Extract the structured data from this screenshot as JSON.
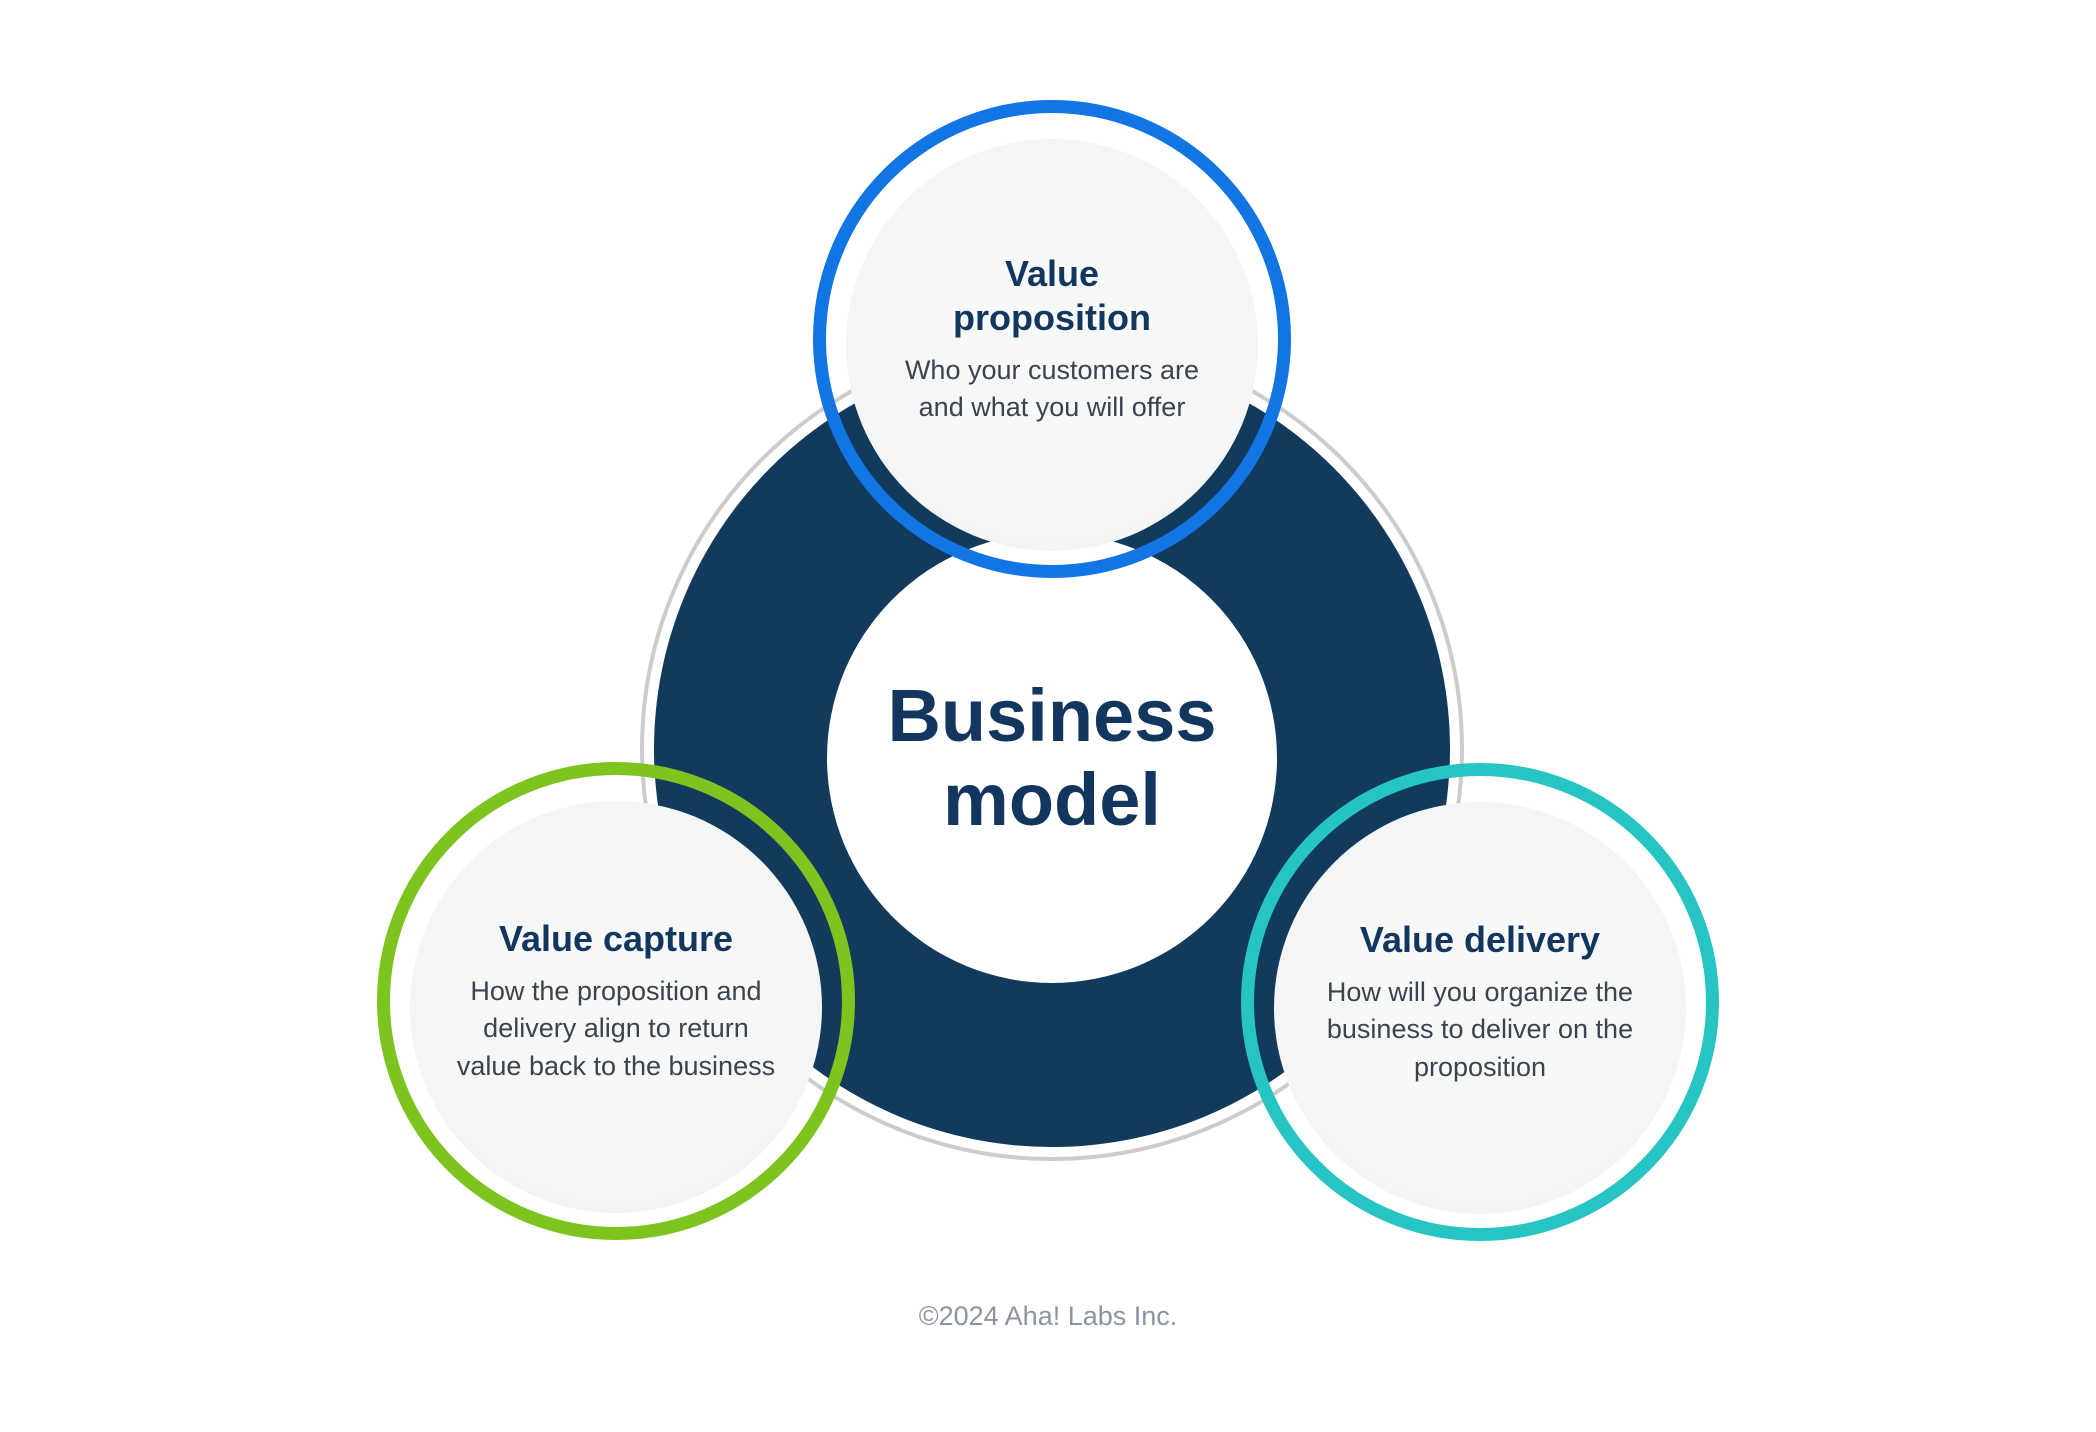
{
  "diagram": {
    "hub": {
      "title": "Business\nmodel"
    },
    "nodes": [
      {
        "id": "value-proposition",
        "title": "Value\nproposition",
        "description": "Who your customers are\nand what you will offer",
        "accent": "#1175e3"
      },
      {
        "id": "value-capture",
        "title": "Value capture",
        "description": "How the proposition and\ndelivery align to return\nvalue back to the business",
        "accent": "#7ec41f"
      },
      {
        "id": "value-delivery",
        "title": "Value delivery",
        "description": "How will you organize the\nbusiness to deliver on the\nproposition",
        "accent": "#26c5c3"
      }
    ],
    "colors": {
      "hub_fill": "#113a5c",
      "outline": "#cccccc",
      "node_fill": "#f2f3f4",
      "title_text": "#12365e",
      "body_text": "#3a434e",
      "footer_text": "#8d94a1"
    }
  },
  "footer": {
    "copyright": "©2024 Aha! Labs Inc."
  }
}
